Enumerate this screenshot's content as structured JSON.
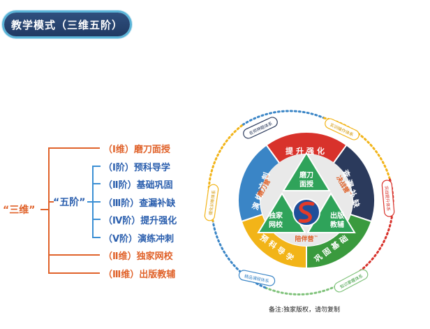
{
  "header": {
    "title": "教学模式（三维五阶）"
  },
  "tree": {
    "root": "“三维”",
    "dims": [
      {
        "num": "（Ⅰ维）",
        "name": "磨刀面授"
      },
      {
        "num": "（Ⅱ维）",
        "name": "独家网校"
      },
      {
        "num": "（Ⅲ维）",
        "name": "出版教辅"
      }
    ],
    "five_label": "“五阶”",
    "stages": [
      {
        "num": "（Ⅰ阶）",
        "name": "预科导学"
      },
      {
        "num": "（Ⅱ阶）",
        "name": "基础巩固"
      },
      {
        "num": "（Ⅲ阶）",
        "name": "查漏补缺"
      },
      {
        "num": "（Ⅳ阶）",
        "name": "提升强化"
      },
      {
        "num": "（Ⅴ阶）",
        "name": "演练冲刺"
      }
    ]
  },
  "wheel": {
    "ring_segments": [
      "提升强化",
      "查漏补缺",
      "巩固基础",
      "预科导学",
      "演练冲刺"
    ],
    "camps": [
      "磨刀营",
      "决战营",
      "陪伴营"
    ],
    "tm": "™",
    "inner": [
      "磨刀面授",
      "独家网校",
      "出版教辅"
    ],
    "tags": [
      "名师押题体系",
      "实训操作体系",
      "实战提升体系",
      "知识掌握体系",
      "精品课程体系",
      "强化训练体系"
    ],
    "colors": {
      "red": "#d8322b",
      "navy": "#2b3a5c",
      "green": "#3a9a3e",
      "yellow": "#f2b418",
      "blue": "#3a85c6",
      "triangle": "#2fa35a"
    }
  },
  "note": "备注:独家版权，请勿复制"
}
